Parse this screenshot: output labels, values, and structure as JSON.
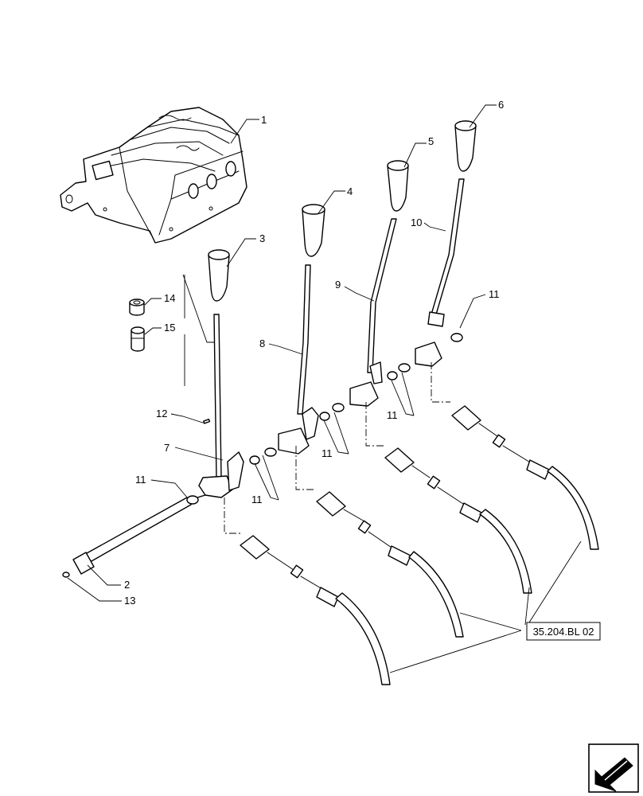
{
  "callouts": {
    "c1": "1",
    "c2": "2",
    "c3": "3",
    "c4": "4",
    "c5": "5",
    "c6": "6",
    "c7": "7",
    "c8": "8",
    "c9": "9",
    "c10": "10",
    "c11_top": "11",
    "c11_left": "11",
    "c11_a": "11",
    "c11_b": "11",
    "c11_c": "11",
    "c12": "12",
    "c13": "13",
    "c14": "14",
    "c15": "15"
  },
  "reference": {
    "label": "35.204.BL 02"
  },
  "icons": {
    "nav": "arrow-next-icon"
  }
}
